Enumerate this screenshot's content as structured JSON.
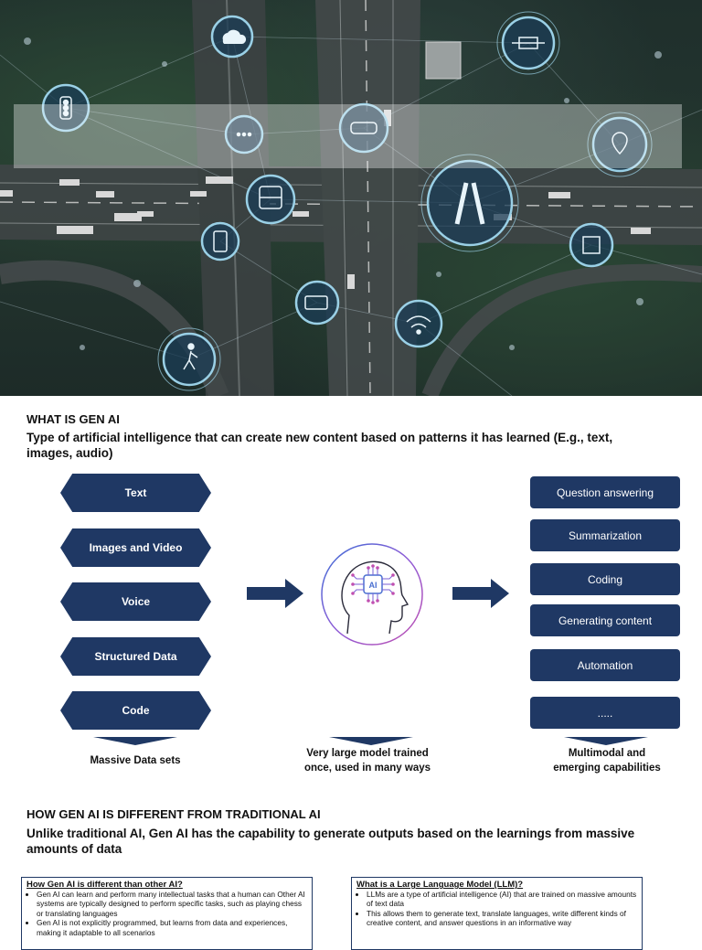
{
  "hero": {
    "icons": [
      "cloud-icon",
      "satellite-icon",
      "traffic-light-icon",
      "chat-icon",
      "car-icon",
      "location-pin-icon",
      "bus-icon",
      "road-icon",
      "phone-icon",
      "chip-icon",
      "battery-icon",
      "wifi-icon",
      "pedestrian-icon"
    ]
  },
  "section1": {
    "heading": "WHAT IS GEN AI",
    "subheading": "Type of artificial intelligence that can create new content based on patterns it has learned (E.g., text, images, audio)"
  },
  "inputs": [
    "Text",
    "Images and Video",
    "Voice",
    "Structured Data",
    "Code"
  ],
  "outputs": [
    "Question answering",
    "Summarization",
    "Coding",
    "Generating content",
    "Automation",
    "....."
  ],
  "captions": {
    "left": "Massive Data sets",
    "middle_1": "Very large model trained",
    "middle_2": "once, used in many ways",
    "right_1": "Multimodal and",
    "right_2": "emerging capabilities"
  },
  "center_icon": {
    "name": "ai-head-icon",
    "label": "AI"
  },
  "section2": {
    "heading": "HOW GEN AI IS DIFFERENT FROM TRADITIONAL AI",
    "subheading": "Unlike traditional AI, Gen AI has the capability to generate outputs based on the learnings from massive amounts of data"
  },
  "box_left": {
    "title": "How Gen AI is different than other AI?",
    "items": [
      "Gen AI can learn and perform many intellectual tasks that a human can Other AI systems are typically designed to perform specific tasks, such as playing chess or translating languages",
      "Gen AI is not explicitly programmed, but learns from data and experiences, making it adaptable to all scenarios"
    ]
  },
  "box_right": {
    "title": "What is a Large Language Model (LLM)?",
    "items": [
      "LLMs are a type of artificial intelligence (AI) that are trained on massive amounts of text data",
      "This allows them to generate text, translate languages, write different kinds of creative content, and answer questions in an informative way"
    ]
  },
  "colors": {
    "navy": "#1f3864",
    "icon_ring": "#9ad0e6"
  }
}
